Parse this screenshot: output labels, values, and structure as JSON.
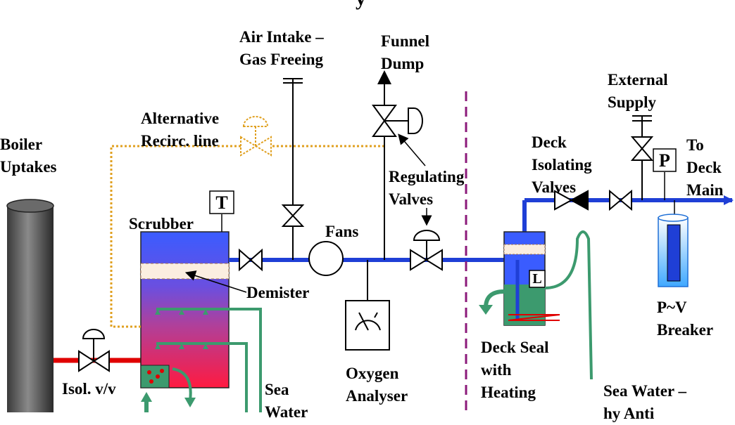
{
  "diagram": {
    "title_fragment": "y",
    "labels": {
      "boiler_uptakes": [
        "Boiler",
        "Uptakes"
      ],
      "air_intake": [
        "Air Intake –",
        "Gas Freeing"
      ],
      "funnel_dump": [
        "Funnel",
        "Dump"
      ],
      "alt_recirc": [
        "Alternative",
        "Recirc. line"
      ],
      "external_supply": [
        "External",
        "Supply"
      ],
      "deck_isolating": [
        "Deck",
        "Isolating",
        "Valves"
      ],
      "to_deck_main": [
        "To",
        "Deck",
        "Main"
      ],
      "regulating_valves": [
        "Regulating",
        "Valves"
      ],
      "scrubber": "Scrubber",
      "fans": "Fans",
      "demister": "Demister",
      "isol_vv": "Isol. v/v",
      "oxygen_analyser": [
        "Oxygen",
        "Analyser"
      ],
      "deck_seal": [
        "Deck Seal",
        "with",
        "Heating"
      ],
      "pv_breaker": [
        "P~V",
        "Breaker"
      ],
      "sea_water_left": [
        "Sea",
        "Water"
      ],
      "sea_water_right": [
        "Sea Water –",
        "hy Anti"
      ]
    },
    "instruments": {
      "temperature": "T",
      "pressure": "P",
      "level": "L"
    },
    "colors": {
      "gas_line": "#1f3fd6",
      "hot_gas": "#e00000",
      "sea_water": "#3c9a6e",
      "recirc": "#e0a020",
      "boundary": "#8b1a7a"
    }
  }
}
